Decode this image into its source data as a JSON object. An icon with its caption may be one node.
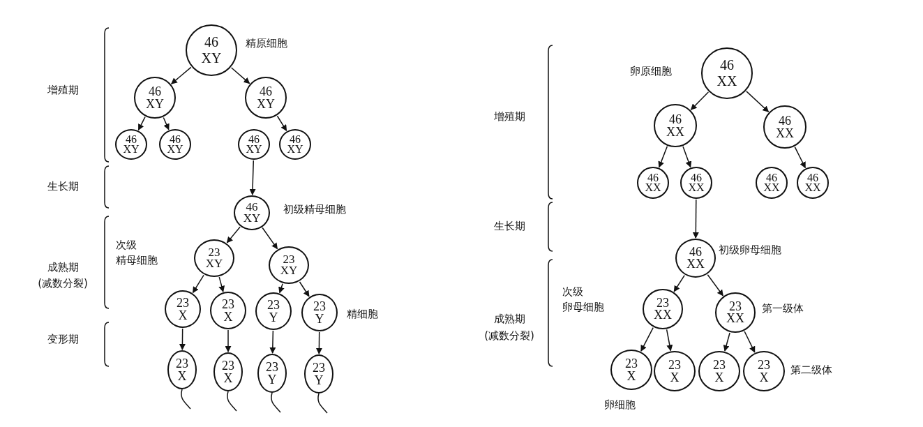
{
  "diagram": {
    "nodes": [
      {
        "text": [
          "46",
          "XY"
        ],
        "beside": [
          "精原细胞"
        ]
      },
      {
        "text": [
          "46",
          "XY"
        ]
      },
      {
        "text": [
          "46",
          "XY"
        ]
      },
      {
        "text": [
          "46",
          "XY"
        ]
      },
      {
        "text": [
          "46",
          "XY"
        ]
      },
      {
        "text": [
          "46",
          "XY"
        ]
      },
      {
        "text": [
          "46",
          "XY"
        ]
      },
      {
        "text": [
          "46",
          "XY"
        ],
        "beside": [
          "初级精母细胞"
        ]
      },
      {
        "text": [
          "23",
          "XY"
        ],
        "beside": [
          "次级精母细胞"
        ]
      },
      {
        "text": [
          "23",
          "XY"
        ]
      },
      {
        "text": [
          "23",
          "X"
        ]
      },
      {
        "text": [
          "23",
          "X"
        ]
      },
      {
        "text": [
          "23",
          "Y"
        ]
      },
      {
        "text": [
          "23",
          "Y"
        ],
        "beside": [
          "精细胞"
        ]
      },
      {
        "text": [
          "23",
          "X"
        ]
      },
      {
        "text": [
          "23",
          "X"
        ]
      },
      {
        "text": [
          "23",
          "Y"
        ]
      },
      {
        "text": [
          "23",
          "Y"
        ]
      },
      {
        "text": [
          "46",
          "XX"
        ],
        "beside": [
          "卵原细胞"
        ]
      },
      {
        "text": [
          "46",
          "XX"
        ]
      },
      {
        "text": [
          "46",
          "XX"
        ]
      },
      {
        "text": [
          "46",
          "XX"
        ]
      },
      {
        "text": [
          "46",
          "XX"
        ]
      },
      {
        "text": [
          "46",
          "XX"
        ]
      },
      {
        "text": [
          "46",
          "XX"
        ]
      },
      {
        "text": [
          "46",
          "XX"
        ],
        "beside": [
          "初级卵母细胞"
        ]
      },
      {
        "text": [
          "23",
          "XX"
        ],
        "beside": [
          "次级卵母细胞"
        ]
      },
      {
        "text": [
          "23",
          "XX"
        ],
        "beside": [
          "第一级体"
        ]
      },
      {
        "text": [
          "23",
          "X"
        ],
        "beside": [
          "卵细胞"
        ]
      },
      {
        "text": [
          "23",
          "X"
        ]
      },
      {
        "text": [
          "23",
          "X"
        ]
      },
      {
        "text": [
          "23",
          "X"
        ],
        "beside": [
          "第二级体"
        ]
      }
    ],
    "edges": [
      {
        "from": 0,
        "to": 1,
        "arrow": "to"
      },
      {
        "from": 0,
        "to": 2,
        "arrow": "to"
      },
      {
        "from": 1,
        "to": 3,
        "arrow": "to"
      },
      {
        "from": 1,
        "to": 4,
        "arrow": "to"
      },
      {
        "from": 2,
        "to": 6,
        "arrow": "to"
      },
      {
        "from": 5,
        "to": 7,
        "arrow": "to"
      },
      {
        "from": 7,
        "to": 8,
        "arrow": "to"
      },
      {
        "from": 7,
        "to": 9,
        "arrow": "to"
      },
      {
        "from": 8,
        "to": 10,
        "arrow": "to"
      },
      {
        "from": 8,
        "to": 11,
        "arrow": "to"
      },
      {
        "from": 9,
        "to": 12,
        "arrow": "to"
      },
      {
        "from": 9,
        "to": 13,
        "arrow": "to"
      },
      {
        "from": 10,
        "to": 14,
        "arrow": "to"
      },
      {
        "from": 11,
        "to": 15,
        "arrow": "to"
      },
      {
        "from": 12,
        "to": 16,
        "arrow": "to"
      },
      {
        "from": 13,
        "to": 17,
        "arrow": "to"
      },
      {
        "from": 18,
        "to": 19,
        "arrow": "to"
      },
      {
        "from": 18,
        "to": 20,
        "arrow": "to"
      },
      {
        "from": 19,
        "to": 21,
        "arrow": "to"
      },
      {
        "from": 19,
        "to": 22,
        "arrow": "to"
      },
      {
        "from": 20,
        "to": 24,
        "arrow": "to"
      },
      {
        "from": 22,
        "to": 25,
        "arrow": "to"
      },
      {
        "from": 25,
        "to": 26,
        "arrow": "to"
      },
      {
        "from": 25,
        "to": 27,
        "arrow": "to"
      },
      {
        "from": 26,
        "to": 28,
        "arrow": "to"
      },
      {
        "from": 26,
        "to": 29,
        "arrow": "to"
      },
      {
        "from": 27,
        "to": 30,
        "arrow": "to"
      },
      {
        "from": 27,
        "to": 31,
        "arrow": "to"
      }
    ],
    "labels": [
      "增殖期",
      "生长期",
      "成熟期",
      "(减数分裂)",
      "变形期",
      "增殖期",
      "生长期",
      "成熟期",
      "(减数分裂)"
    ]
  }
}
